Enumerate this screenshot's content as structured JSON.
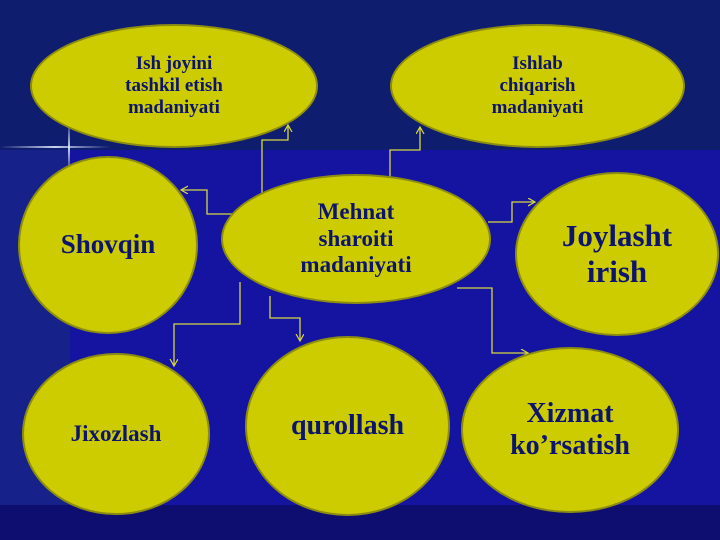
{
  "colors": {
    "node_fill": "#cccc00",
    "node_text": "#0c1470",
    "background": "#1414a0",
    "connector": "#d8d840"
  },
  "nodes": {
    "center": {
      "label": "Mehnat\nsharoiti\n madaniyati"
    },
    "top_left": {
      "label": "Ish joyini\ntashkil etish\n madaniyati"
    },
    "top_right": {
      "label": "Ishlab\nchiqarish\n madaniyati"
    },
    "left": {
      "label": "Shovqin"
    },
    "right": {
      "label": "Joylasht\nirish"
    },
    "bottom_left": {
      "label": "Jixozlash"
    },
    "bottom_center": {
      "label": "qurollash"
    },
    "bottom_right": {
      "label": "Xizmat\nko’rsatish"
    }
  }
}
